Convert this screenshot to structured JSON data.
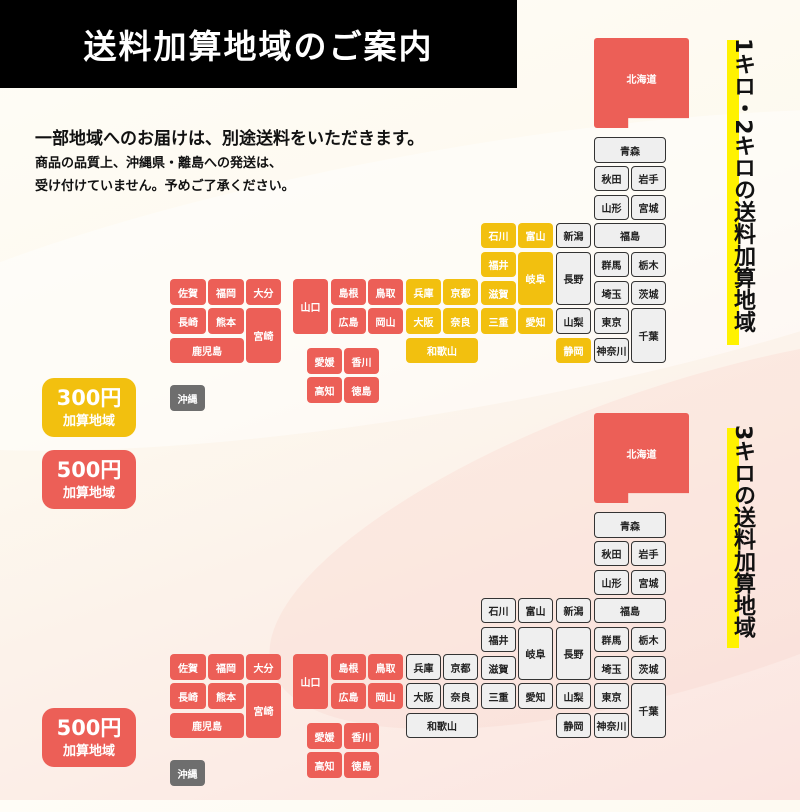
{
  "title": "送料加算地域のご案内",
  "notes": {
    "line1": "一部地域へのお届けは、別途送料をいただきます。",
    "line2": "商品の品質上、沖縄県・離島への発送は、",
    "line3": "受け付けていません。予めご了承ください。"
  },
  "colors": {
    "c300": "#f2c00f",
    "c500": "#ec5f57",
    "excluded": "#6e6e6e",
    "none": "#efefef"
  },
  "legend_top": [
    {
      "price": "300円",
      "label": "加算地域",
      "color": "#f2c00f"
    },
    {
      "price": "500円",
      "label": "加算地域",
      "color": "#ec5f57"
    }
  ],
  "legend_bottom": [
    {
      "price": "500円",
      "label": "加算地域",
      "color": "#ec5f57"
    }
  ],
  "map_top_title": "1キロ・2キロの送料加算地域",
  "map_bottom_title": "3キロの送料加算地域",
  "prefectures": [
    "北海道",
    "青森",
    "秋田",
    "岩手",
    "山形",
    "宮城",
    "福島",
    "新潟",
    "石川",
    "富山",
    "福井",
    "岐阜",
    "長野",
    "群馬",
    "栃木",
    "埼玉",
    "茨城",
    "滋賀",
    "三重",
    "愛知",
    "山梨",
    "東京",
    "千葉",
    "静岡",
    "神奈川",
    "兵庫",
    "京都",
    "大阪",
    "奈良",
    "和歌山",
    "山口",
    "島根",
    "鳥取",
    "広島",
    "岡山",
    "愛媛",
    "香川",
    "高知",
    "徳島",
    "佐賀",
    "福岡",
    "大分",
    "長崎",
    "熊本",
    "宮崎",
    "鹿児島",
    "沖縄"
  ],
  "map_top_categories": [
    "500",
    "none",
    "none",
    "none",
    "none",
    "none",
    "none",
    "none",
    "300",
    "300",
    "300",
    "300",
    "none",
    "none",
    "none",
    "none",
    "none",
    "300",
    "300",
    "300",
    "none",
    "none",
    "none",
    "300",
    "none",
    "300",
    "300",
    "300",
    "300",
    "300",
    "500",
    "500",
    "500",
    "500",
    "500",
    "500",
    "500",
    "500",
    "500",
    "500",
    "500",
    "500",
    "500",
    "500",
    "500",
    "500",
    "excl"
  ],
  "map_bottom_categories": [
    "500",
    "none",
    "none",
    "none",
    "none",
    "none",
    "none",
    "none",
    "none",
    "none",
    "none",
    "none",
    "none",
    "none",
    "none",
    "none",
    "none",
    "none",
    "none",
    "none",
    "none",
    "none",
    "none",
    "none",
    "none",
    "none",
    "none",
    "none",
    "none",
    "none",
    "500",
    "500",
    "500",
    "500",
    "500",
    "500",
    "500",
    "500",
    "500",
    "500",
    "500",
    "500",
    "500",
    "500",
    "500",
    "500",
    "excl"
  ]
}
